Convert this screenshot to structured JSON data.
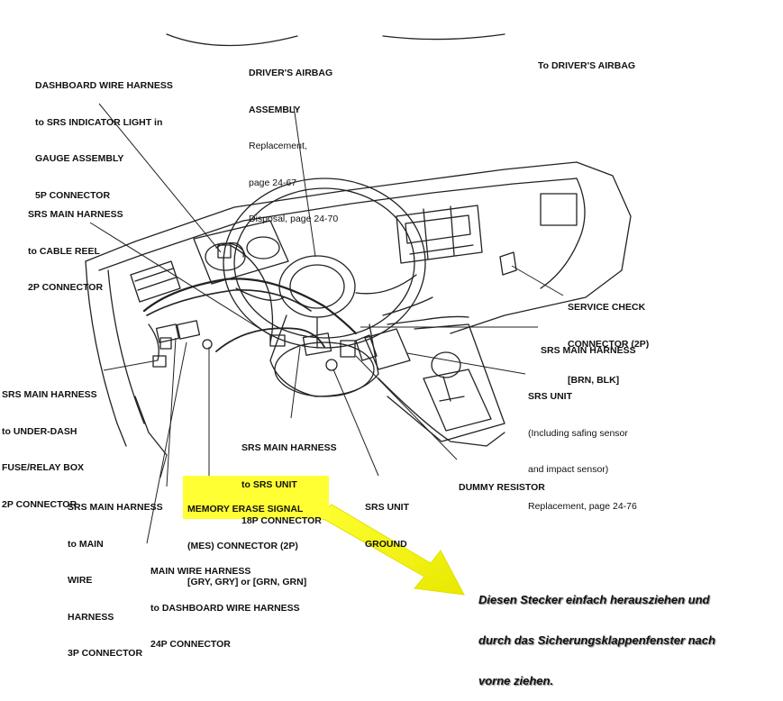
{
  "labels": {
    "dash_harness": [
      "DASHBOARD WIRE HARNESS",
      "to SRS INDICATOR LIGHT in",
      "GAUGE ASSEMBLY",
      "5P CONNECTOR"
    ],
    "airbag_assembly": {
      "title": [
        "DRIVER'S AIRBAG",
        "ASSEMBLY"
      ],
      "details": [
        "Replacement,",
        "page 24-67",
        "Disposal, page 24-70"
      ]
    },
    "to_airbag": "To DRIVER'S AIRBAG",
    "cable_reel": [
      "SRS MAIN HARNESS",
      "to CABLE REEL",
      "2P CONNECTOR"
    ],
    "service_check": [
      "SERVICE CHECK",
      "CONNECTOR (2P)",
      "[BRN, BLK]"
    ],
    "srs_main_harness": "SRS MAIN HARNESS",
    "fuse_box": [
      "SRS MAIN HARNESS",
      "to UNDER-DASH",
      "FUSE/RELAY BOX",
      "2P CONNECTOR"
    ],
    "srs_unit": {
      "title": "SRS UNIT",
      "details": [
        "(Including safing sensor",
        "and impact sensor)",
        "Replacement, page 24-76"
      ]
    },
    "srs_unit_18p": [
      "SRS MAIN HARNESS",
      "to SRS UNIT",
      "18P CONNECTOR"
    ],
    "dummy_resistor": "DUMMY RESISTOR",
    "main_wire_3p": [
      "SRS MAIN HARNESS",
      "to MAIN",
      "WIRE",
      "HARNESS",
      "3P CONNECTOR"
    ],
    "mes_connector": [
      "MEMORY ERASE SIGNAL",
      "(MES) CONNECTOR (2P)",
      "[GRY, GRY] or [GRN, GRN]"
    ],
    "srs_ground": [
      "SRS UNIT",
      "GROUND"
    ],
    "main_wire_24p": [
      "MAIN WIRE HARNESS",
      "to DASHBOARD WIRE HARNESS",
      "24P CONNECTOR"
    ]
  },
  "annotation": {
    "lines": [
      "Diesen Stecker einfach herausziehen und",
      "durch das Sicherungsklappenfenster nach",
      "vorne ziehen."
    ],
    "arrow_color": "#ffff33",
    "highlight_color": "#ffff33"
  }
}
